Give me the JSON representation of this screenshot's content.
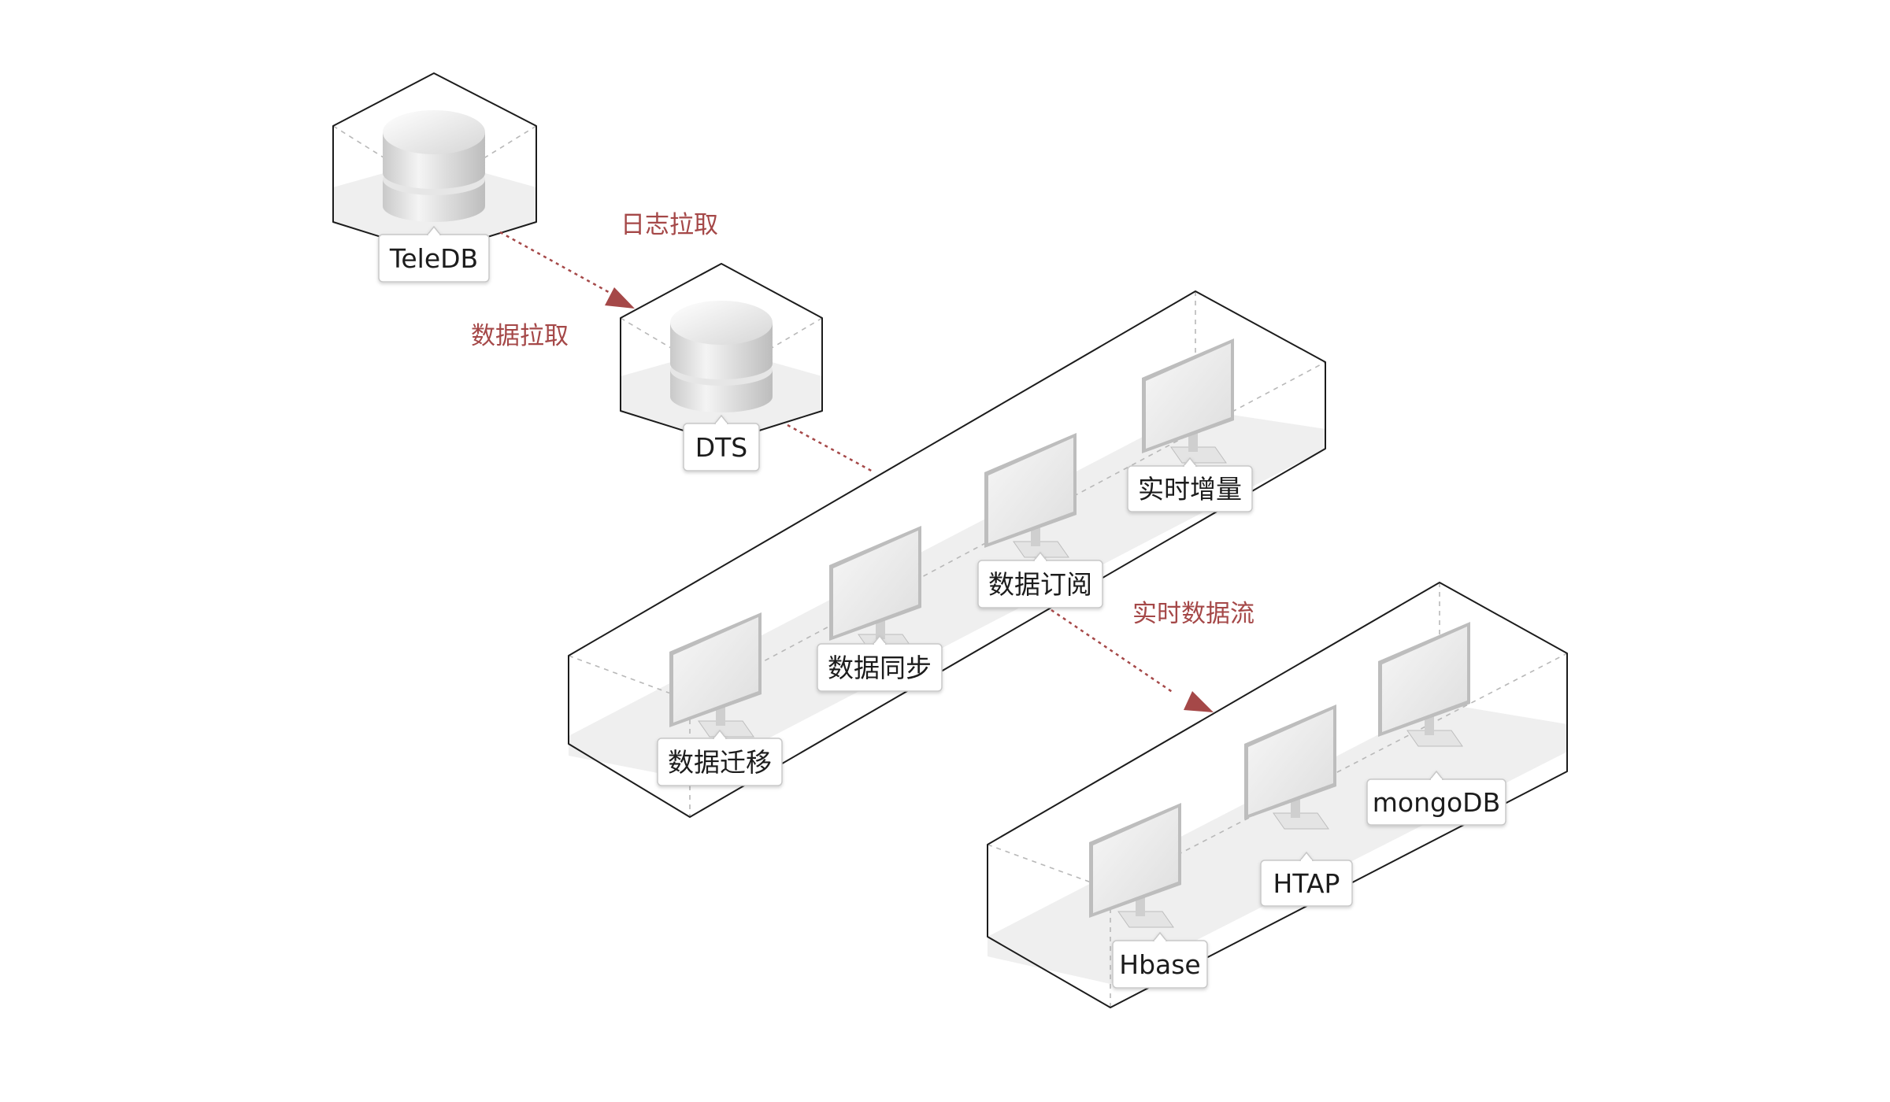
{
  "diagram": {
    "nodes": {
      "teledb": "TeleDB",
      "dts": "DTS",
      "realtime_increment": "实时增量",
      "data_subscription": "数据订阅",
      "data_sync": "数据同步",
      "data_migration": "数据迁移",
      "mongodb": "mongoDB",
      "htap": "HTAP",
      "hbase": "Hbase"
    },
    "flows": {
      "log_pull": "日志拉取",
      "data_pull": "数据拉取",
      "realtime_stream": "实时数据流"
    },
    "colors": {
      "flow": "#a54848",
      "edge": "#1c1c1c",
      "floor": "#efefef",
      "device": "#dcdcdc"
    }
  }
}
